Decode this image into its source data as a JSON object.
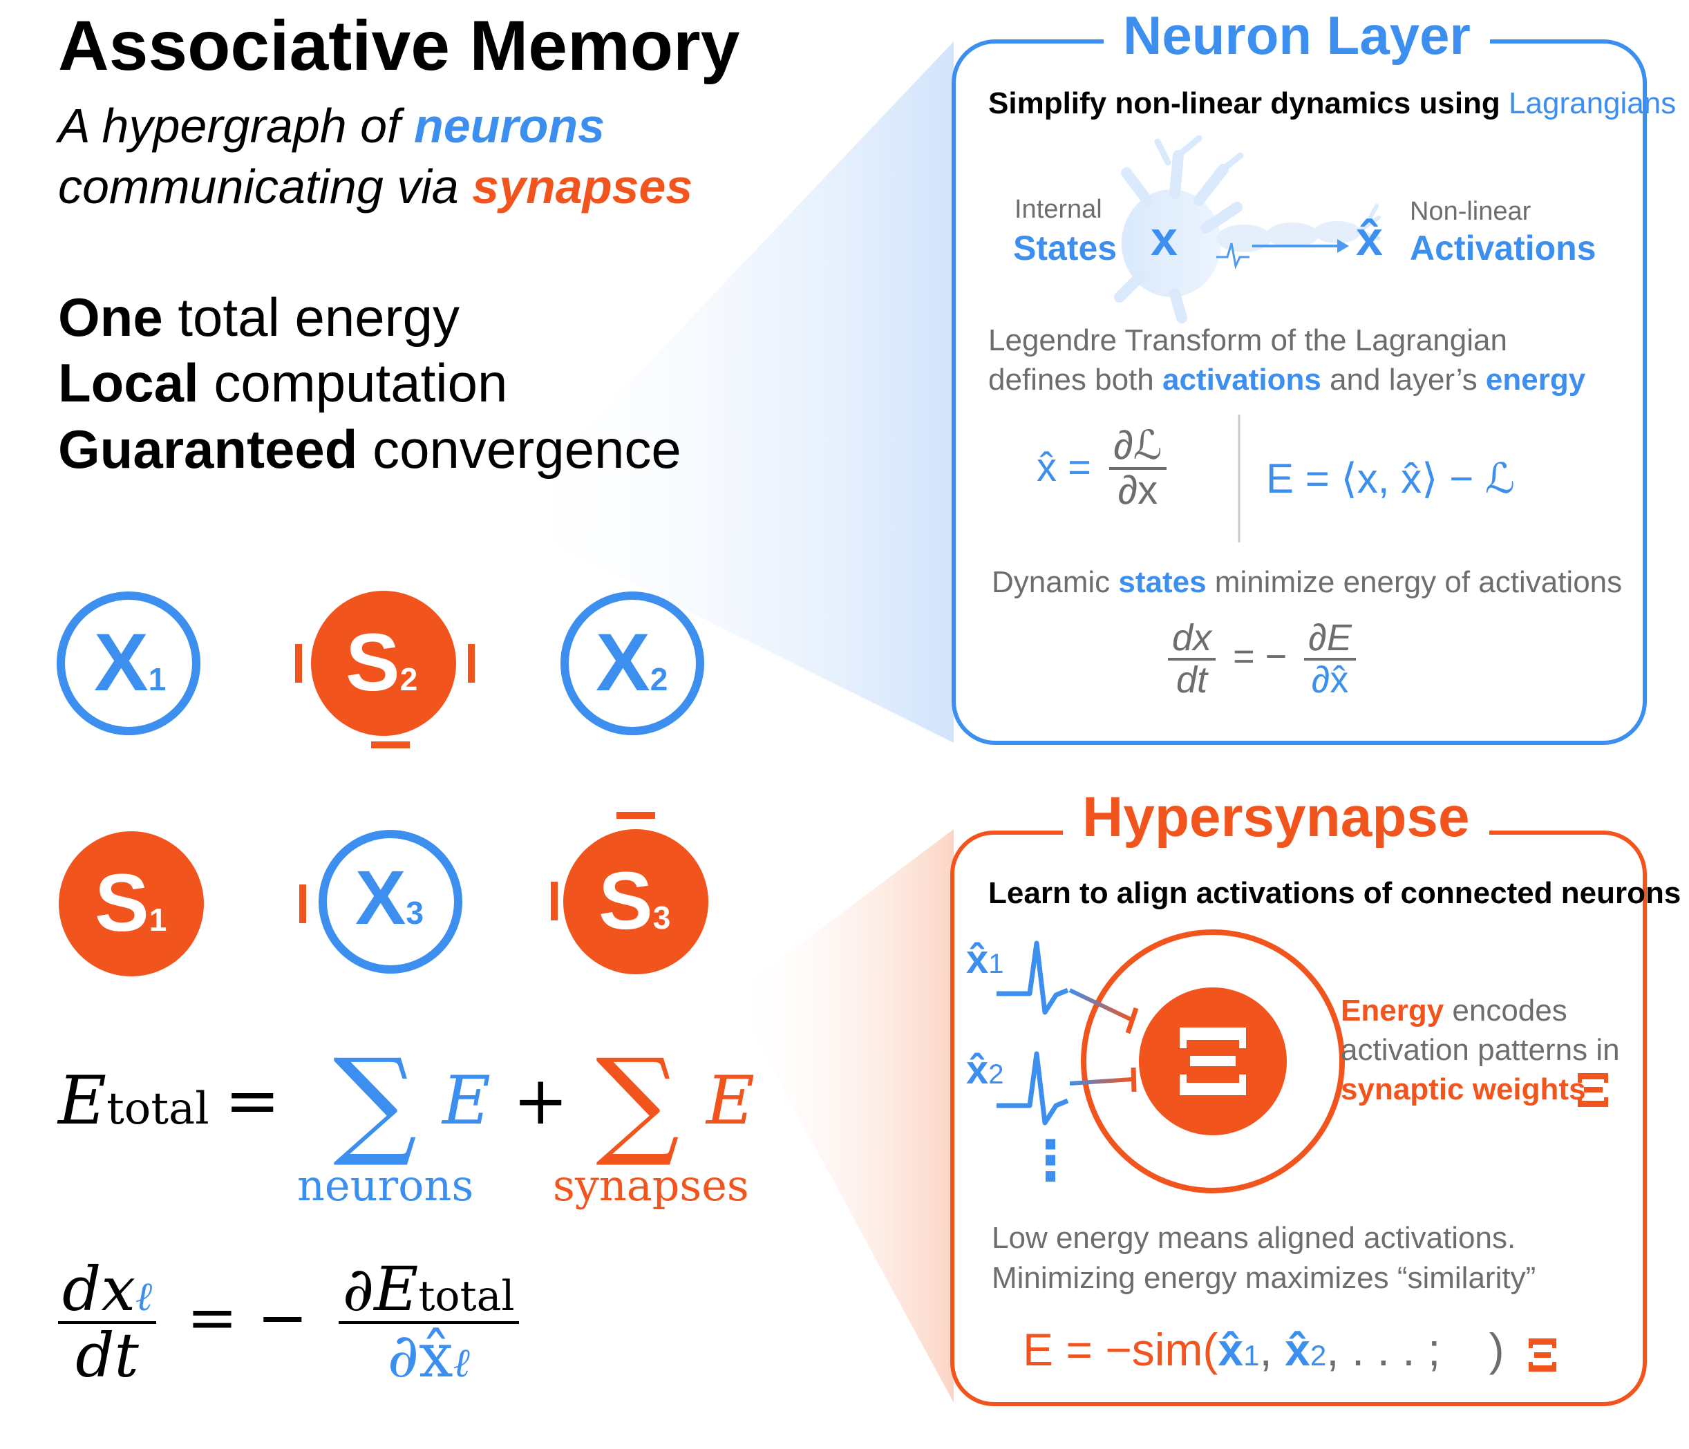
{
  "title": "Associative Memory",
  "subtitle": {
    "line1_prefix": "A hypergraph of ",
    "line1_highlight": "neurons",
    "line2_prefix": "communicating via ",
    "line2_highlight": "synapses"
  },
  "features": [
    {
      "bold": "One",
      "rest": " total energy"
    },
    {
      "bold": "Local",
      "rest": " computation"
    },
    {
      "bold": "Guaranteed",
      "rest": " convergence"
    }
  ],
  "graph": {
    "nodes": [
      {
        "id": "X1",
        "letter": "X",
        "sub": "1",
        "kind": "neuron"
      },
      {
        "id": "S2",
        "letter": "S",
        "sub": "2",
        "kind": "synapse"
      },
      {
        "id": "X2",
        "letter": "X",
        "sub": "2",
        "kind": "neuron"
      },
      {
        "id": "S1",
        "letter": "S",
        "sub": "1",
        "kind": "synapse"
      },
      {
        "id": "X3",
        "letter": "X",
        "sub": "3",
        "kind": "neuron"
      },
      {
        "id": "S3",
        "letter": "S",
        "sub": "3",
        "kind": "synapse"
      }
    ]
  },
  "energy_eq": {
    "lhs": "E",
    "lhs_sub": "total",
    "equals": "=",
    "sum": "∑",
    "term": "E",
    "plus": "+",
    "neurons_label": "neurons",
    "synapses_label": "synapses"
  },
  "dynamics_eq": {
    "num": "dx",
    "num_sub": "ℓ",
    "den": "dt",
    "rhs_prefix": "= −",
    "rhs_num": "∂E",
    "rhs_num_sub": "total",
    "rhs_den": "∂x̂",
    "rhs_den_sub": "ℓ"
  },
  "neuron_layer": {
    "heading": "Neuron Layer",
    "intro_prefix": "Simplify non-linear dynamics using ",
    "intro_highlight": "Lagrangians",
    "internal_small": "Internal",
    "internal_big": "States",
    "state_symbol": "x",
    "activation_symbol": "x̂",
    "nonlinear_small": "Non-linear",
    "nonlinear_big": "Activations",
    "legendre_line1": "Legendre Transform of the Lagrangian",
    "legendre_line2_a": "defines both ",
    "legendre_line2_b": "activations",
    "legendre_line2_c": " and layer’s ",
    "legendre_line2_d": "energy",
    "eq1_lhs": "x̂ =",
    "eq1_num": "∂ℒ",
    "eq1_den": "∂x",
    "eq2": "E = ⟨x, x̂⟩ − ℒ",
    "dynamic_a": "Dynamic ",
    "dynamic_b": "states",
    "dynamic_c": " minimize energy of activations",
    "eq3_num": "dx",
    "eq3_den": "dt",
    "eq3_mid": "= −",
    "eq3_rnum": "∂E",
    "eq3_rden": "∂x̂"
  },
  "hypersynapse": {
    "heading": "Hypersynapse",
    "intro": "Learn to align activations of connected neurons",
    "x1_label": "x̂",
    "x1_sub": "1",
    "x2_label": "x̂",
    "x2_sub": "2",
    "dots": "⋮",
    "xi_symbol": "Ξ",
    "energy_a": "Energy",
    "energy_b": " encodes",
    "energy_line2": "activation patterns in",
    "energy_line3": "synaptic weights",
    "energy_xi": "Ξ",
    "low_line1": "Low energy means aligned activations.",
    "low_line2": "Minimizing energy maximizes “similarity”",
    "eq_prefix": "E = −sim(",
    "eq_x1": "x̂",
    "eq_x1_sub": "1",
    "eq_comma1": ", ",
    "eq_x2": "x̂",
    "eq_x2_sub": "2",
    "eq_rest": ", . . . ; ",
    "eq_xi": "Ξ",
    "eq_close": ")"
  },
  "colors": {
    "blue": "#3d8fef",
    "orange": "#f2541d",
    "gray_text": "#6d6d6d"
  }
}
